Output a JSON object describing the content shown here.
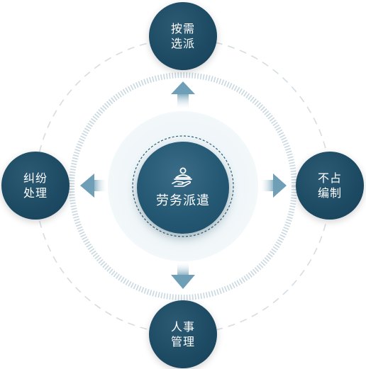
{
  "center": {
    "label": "劳务派遣",
    "icon": "serving-hand-icon"
  },
  "nodes": {
    "top": {
      "line1": "按需",
      "line2": "选派"
    },
    "right": {
      "line1": "不占",
      "line2": "编制"
    },
    "bottom": {
      "line1": "人事",
      "line2": "管理"
    },
    "left": {
      "line1": "纠纷",
      "line2": "处理"
    }
  },
  "colors": {
    "node": "#1d4a63",
    "center": "#245873",
    "arrow": "#6f9fb6",
    "ring_dash": "#d6dde2",
    "ring_ticks": "#c9d8e0",
    "halo": "#eef5f8"
  }
}
